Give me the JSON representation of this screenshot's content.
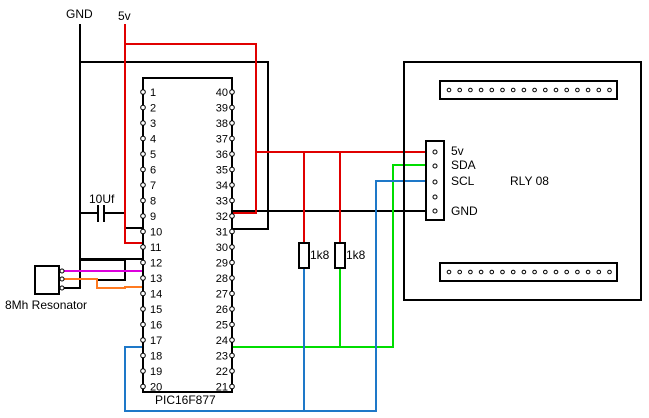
{
  "labels": {
    "gnd": "GND",
    "v5": "5v",
    "capacitor": "10Uf",
    "resonator": "8Mh Resonator",
    "chip": "PIC16F877",
    "r1": "1k8",
    "r2": "1k8",
    "conn_5v": "5v",
    "conn_sda": "SDA",
    "conn_scl": "SCL",
    "conn_gnd": "GND",
    "board": "RLY 08"
  },
  "pins_left": [
    "1",
    "2",
    "3",
    "4",
    "5",
    "6",
    "7",
    "8",
    "9",
    "10",
    "11",
    "12",
    "13",
    "14",
    "15",
    "16",
    "17",
    "18",
    "19",
    "20"
  ],
  "pins_right": [
    "40",
    "39",
    "38",
    "37",
    "36",
    "35",
    "34",
    "33",
    "32",
    "31",
    "30",
    "29",
    "28",
    "27",
    "26",
    "25",
    "24",
    "23",
    "22",
    "21"
  ],
  "colors": {
    "red": "#e00000",
    "green": "#00dd00",
    "blue": "#1e78c8",
    "magenta": "#dd00dd",
    "orange": "#ff7a20",
    "black": "#000000"
  }
}
